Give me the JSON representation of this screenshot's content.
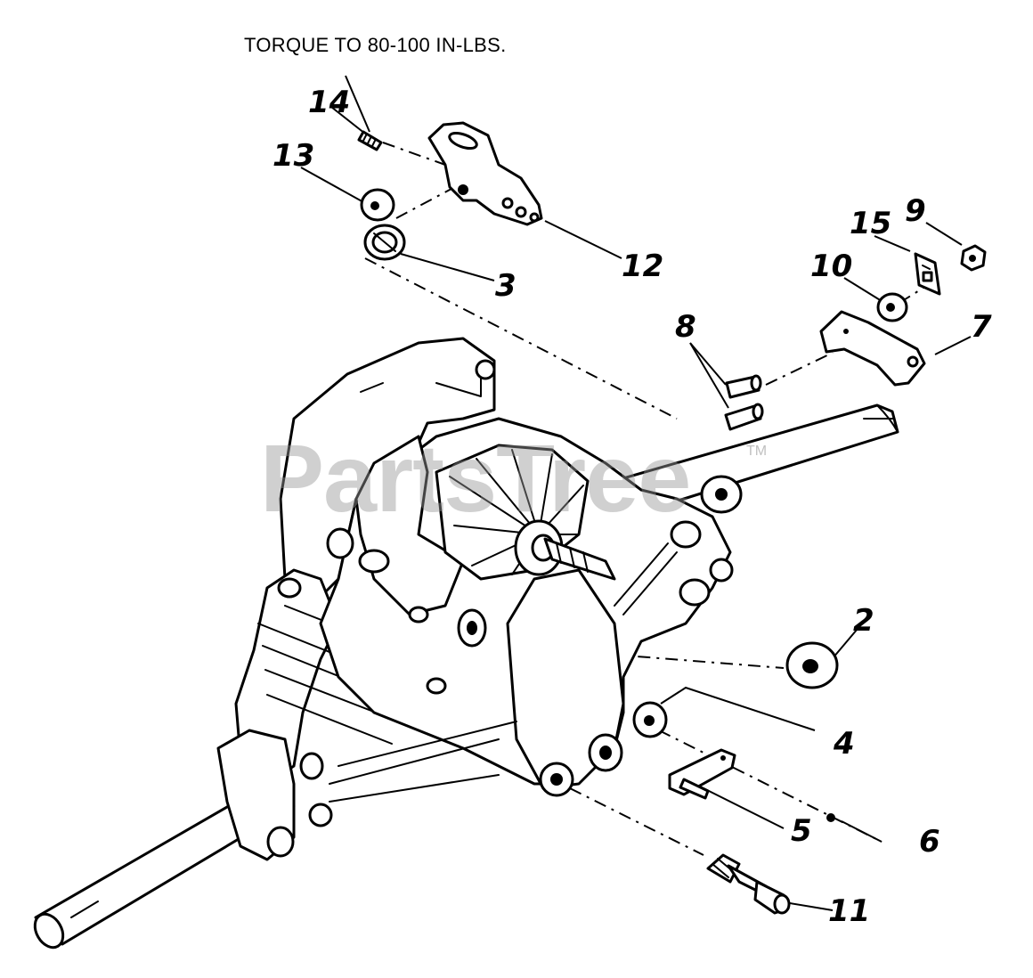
{
  "diagram": {
    "note": "TORQUE TO 80-100 IN-LBS.",
    "watermark": "PartsTree",
    "trademark": "TM",
    "callouts": [
      "14",
      "13",
      "12",
      "3",
      "15",
      "9",
      "10",
      "8",
      "7",
      "2",
      "4",
      "5",
      "6",
      "11"
    ]
  }
}
